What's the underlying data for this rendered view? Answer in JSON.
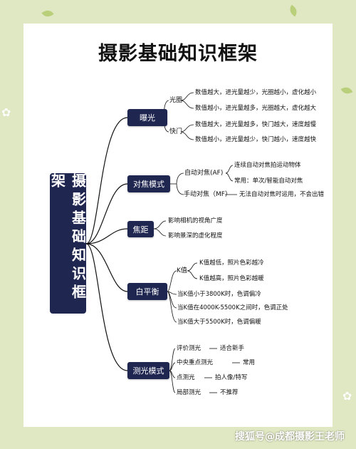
{
  "title": "摄影基础知识框架",
  "root": "摄影基础知识框架",
  "branches": {
    "exposure": {
      "label": "曝光",
      "aperture": {
        "label": "光圈",
        "items": [
          "数值越大，进光量越少，光圈越小，虚化越小",
          "数值越小，进光量越多，光圈越大，虚化越大"
        ]
      },
      "shutter": {
        "label": "快门",
        "items": [
          "数值越大，进光量越多，快门越大，速度越慢",
          "数值越小，进光量越少，快门越小，速度越快"
        ]
      }
    },
    "focus": {
      "label": "对焦模式",
      "af": {
        "label": "自动对焦(AF)",
        "items": [
          "连续自动对焦拍运动物体",
          "常用：单次/智能自动对焦"
        ]
      },
      "mf": {
        "label": "手动对焦（MF）",
        "note": "无法自动对焦时运用，不会出错"
      }
    },
    "focal": {
      "label": "焦距",
      "items": [
        "影响相机的视角广度",
        "影响景深的虚化程度"
      ]
    },
    "wb": {
      "label": "白平衡",
      "k": {
        "label": "K值",
        "items": [
          "K值越低，照片色彩越冷",
          "K值越高，照片色彩越暖"
        ]
      },
      "items": [
        "当K值小于3800K时，色调偏冷",
        "当K值在4000K-5500K之间时，色调正处",
        "当K值大于5500K时，色调偏暖"
      ]
    },
    "metering": {
      "label": "测光模式",
      "items": [
        {
          "name": "评价测光",
          "note": "适合新手"
        },
        {
          "name": "中央重点测光",
          "note": "常用"
        },
        {
          "name": "点测光",
          "note": "拍人像/特写"
        },
        {
          "name": "局部测光",
          "note": "不推荐"
        }
      ]
    }
  },
  "watermark": "搜狐号@成都摄影王老师",
  "colors": {
    "background": "#dfe8c2",
    "node": "#1f2650",
    "card": "#ffffff"
  }
}
